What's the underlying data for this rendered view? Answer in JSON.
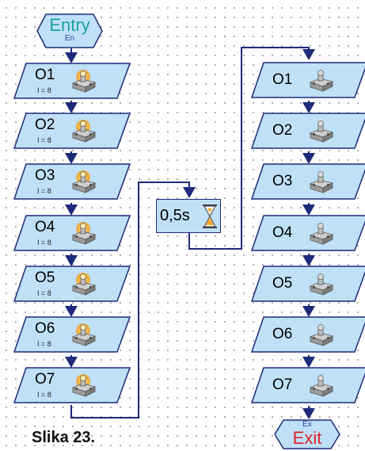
{
  "entry": {
    "title": "Entry",
    "sub": "En",
    "icon": "entry-arrow"
  },
  "exit": {
    "title": "Exit",
    "sub": "Ex",
    "icon": "exit-arrow"
  },
  "left_column": {
    "outputs": [
      {
        "label": "O1",
        "param": "I = 8",
        "icon": "lamp-on-icon"
      },
      {
        "label": "O2",
        "param": "I = 8",
        "icon": "lamp-on-icon"
      },
      {
        "label": "O3",
        "param": "I = 8",
        "icon": "lamp-on-icon"
      },
      {
        "label": "O4",
        "param": "I = 8",
        "icon": "lamp-on-icon"
      },
      {
        "label": "O5",
        "param": "I = 8",
        "icon": "lamp-on-icon"
      },
      {
        "label": "O6",
        "param": "I = 8",
        "icon": "lamp-on-icon"
      },
      {
        "label": "O7",
        "param": "I = 8",
        "icon": "lamp-on-icon"
      }
    ]
  },
  "delay": {
    "label": "0,5s",
    "icon": "hourglass-icon"
  },
  "right_column": {
    "outputs": [
      {
        "label": "O1",
        "icon": "lamp-off-icon"
      },
      {
        "label": "O2",
        "icon": "lamp-off-icon"
      },
      {
        "label": "O3",
        "icon": "lamp-off-icon"
      },
      {
        "label": "O4",
        "icon": "lamp-off-icon"
      },
      {
        "label": "O5",
        "icon": "lamp-off-icon"
      },
      {
        "label": "O6",
        "icon": "lamp-off-icon"
      },
      {
        "label": "O7",
        "icon": "lamp-off-icon"
      }
    ]
  },
  "colors": {
    "block_fill": "#bfe0f7",
    "block_border": "#1e2a7a",
    "wire": "#1e2a7a",
    "entry_text": "#1aa0a0",
    "exit_text": "#e0202a",
    "lamp_glow": "#f5a623"
  },
  "caption": "Slika 23."
}
